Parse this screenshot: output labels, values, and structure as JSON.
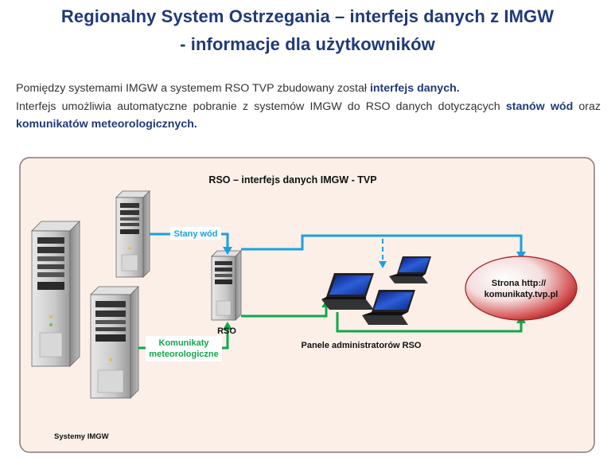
{
  "header": {
    "title_line1": "Regionalny System Ostrzegania – interfejs danych z IMGW",
    "title_line2": "- informacje dla użytkowników"
  },
  "intro": {
    "p1_text": "Pomiędzy systemami IMGW a systemem RSO TVP zbudowany został ",
    "p1_bold": "interfejs danych.",
    "p2_text1": "Interfejs umożliwia automatyczne pobranie z systemów IMGW do RSO danych dotyczących ",
    "p2_bold1": "stanów wód",
    "p2_text2": " oraz ",
    "p2_bold2": "komunikatów meteorologicznych."
  },
  "diagram": {
    "title": "RSO – interfejs danych IMGW - TVP",
    "label_stany": "Stany wód",
    "label_komunikaty_1": "Komunikaty",
    "label_komunikaty_2": "meteorologiczne",
    "label_rso": "RSO",
    "label_panele": "Panele administratorów RSO",
    "label_strona_1": "Strona http://",
    "label_strona_2": "komunikaty.tvp.pl",
    "label_systemy": "Systemy IMGW",
    "colors": {
      "blue_flow": "#1aa0e0",
      "green_flow": "#10a84a",
      "panel_bg": "#fbefe8",
      "ellipse_red": "#cc2a2a"
    }
  }
}
